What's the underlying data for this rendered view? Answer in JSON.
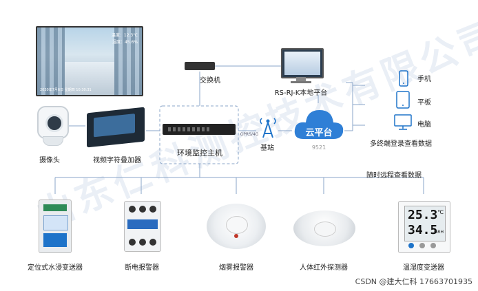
{
  "watermark": "山东仁科测控技术有限公司",
  "monitor_overlay": {
    "temp": "温度：12.3℃",
    "humi": "湿度：45.6%",
    "datetime": "2020年7月6日 星期四 10:30:31"
  },
  "nodes": {
    "camera": "摄像头",
    "overlay": "视频字符叠加器",
    "host": "环境监控主机",
    "switch": "交换机",
    "local_platform": "RS-RJ-K本地平台",
    "base_station": "基站",
    "cloud": "云平台",
    "cloud_sub": "9521",
    "gprs": "GPRS/4G",
    "phone": "手机",
    "tablet": "平板",
    "pc": "电脑",
    "multi_terminal": "多终端登录查看数据",
    "remote": "随时远程查看数据",
    "water": "定位式水浸变送器",
    "power": "断电报警器",
    "smoke": "烟雾报警器",
    "infrared": "人体红外探测器",
    "th": "温湿度变送器"
  },
  "th_display": {
    "temp": "25.3",
    "temp_unit": "℃",
    "humi": "34.5",
    "humi_unit": "%RH"
  },
  "footer": "CSDN @建大仁科 17663701935",
  "colors": {
    "line": "#8aa4c8",
    "cloud": "#2f7fd6",
    "accent": "#1e73c9"
  }
}
